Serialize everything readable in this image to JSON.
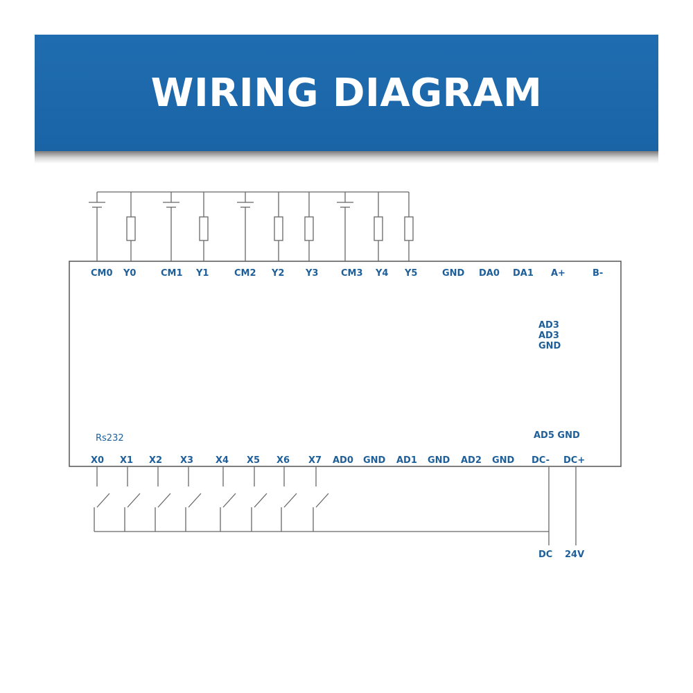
{
  "title": "WIRING DIAGRAM",
  "top_terminals": [
    "CM0",
    "Y0",
    "CM1",
    "Y1",
    "CM2",
    "Y2",
    "Y3",
    "CM3",
    "Y4",
    "Y5",
    "GND",
    "DA0",
    "DA1",
    "A+",
    "B-"
  ],
  "right_labels": [
    "AD3",
    "AD3",
    "GND"
  ],
  "rs232_label": "Rs232",
  "ad5_label": "AD5 GND",
  "bottom_terminals": [
    "X0",
    "X1",
    "X2",
    "X3",
    "X4",
    "X5",
    "X6",
    "X7",
    "AD0",
    "GND",
    "AD1",
    "GND",
    "AD2",
    "GND",
    "DC-",
    "DC+"
  ],
  "supply_labels": [
    "DC",
    "24V"
  ],
  "colors": {
    "banner": "#1a64a6",
    "label": "#1e5f9a",
    "wire": "#666666"
  }
}
